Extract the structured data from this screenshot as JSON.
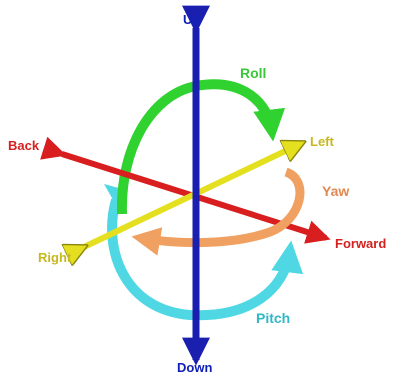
{
  "axes": {
    "up": "Up",
    "down": "Down",
    "back": "Back",
    "forward": "Forward",
    "left": "Left",
    "right": "Right"
  },
  "rotations": {
    "roll": "Roll",
    "yaw": "Yaw",
    "pitch": "Pitch"
  },
  "colors": {
    "vertical_axis": "#1a1fb0",
    "front_back_axis": "#d81e1e",
    "left_right_axis": "#e4e020",
    "roll_arrow": "#2fd22f",
    "yaw_arrow": "#f0a060",
    "pitch_arrow": "#4fd8e4"
  }
}
